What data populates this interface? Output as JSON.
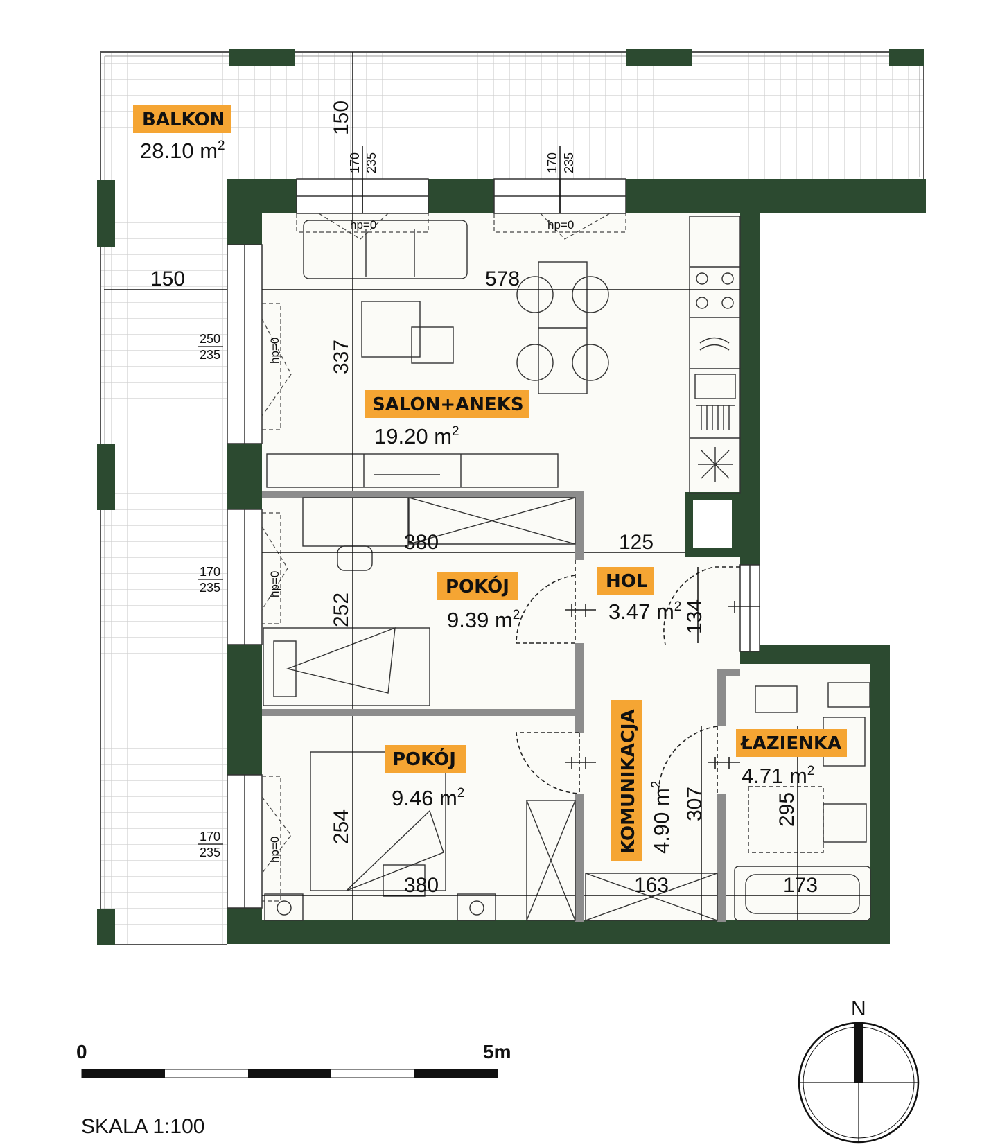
{
  "colors": {
    "wall": "#2c4a30",
    "label_bg": "#f5a533",
    "floor": "#fbfbf7",
    "partition": "#8c8c8c",
    "line": "#222222",
    "tile": "#cfcfcf"
  },
  "rooms": [
    {
      "id": "balkon",
      "name": "BALKON",
      "area": "28.10 m",
      "sup": "2"
    },
    {
      "id": "salon",
      "name": "SALON+ANEKS",
      "area": "19.20 m",
      "sup": "2"
    },
    {
      "id": "pokoj1",
      "name": "POKÓJ",
      "area": "9.39 m",
      "sup": "2"
    },
    {
      "id": "hol",
      "name": "HOL",
      "area": "3.47 m",
      "sup": "2"
    },
    {
      "id": "lazienka",
      "name": "ŁAZIENKA",
      "area": "4.71 m",
      "sup": "2"
    },
    {
      "id": "pokoj2",
      "name": "POKÓJ",
      "area": "9.46 m",
      "sup": "2"
    },
    {
      "id": "komunikacja",
      "name": "KOMUNIKACJA",
      "area": "4.90 m",
      "sup": "2"
    }
  ],
  "dimensions": {
    "balkon_depth_top": "150",
    "balkon_width_left": "150",
    "salon_width": "578",
    "salon_depth": "337",
    "pokoj1_width": "380",
    "hol_width": "125",
    "pokoj1_depth": "252",
    "hol_depth": "134",
    "pokoj2_depth": "254",
    "pokoj2_width": "380",
    "komunikacja_width": "163",
    "komunikacja_depth": "307",
    "lazienka_width": "173",
    "lazienka_depth": "295"
  },
  "windows": {
    "top1": {
      "w": "170",
      "h": "235"
    },
    "top2": {
      "w": "170",
      "h": "235"
    },
    "left1": {
      "w": "250",
      "h": "235"
    },
    "left2": {
      "w": "170",
      "h": "235"
    },
    "left3": {
      "w": "170",
      "h": "235"
    }
  },
  "hp_label": "hp=0",
  "scale": {
    "start": "0",
    "end": "5m",
    "label": "SKALA 1:100"
  },
  "compass": {
    "north": "N"
  }
}
